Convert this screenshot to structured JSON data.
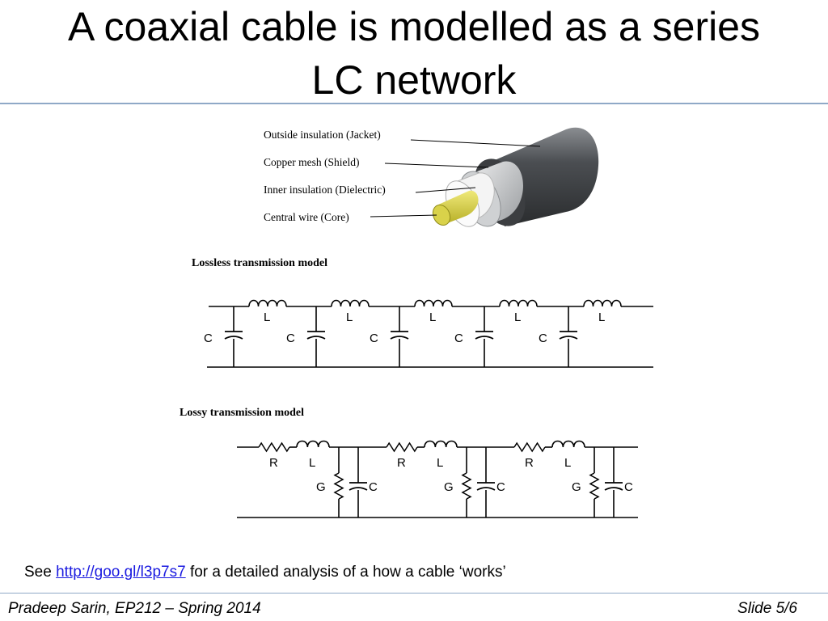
{
  "slide": {
    "title_line1": "A coaxial cable is modelled as a series",
    "title_line2": "LC network"
  },
  "cable_diagram": {
    "labels": [
      "Outside insulation (Jacket)",
      "Copper mesh (Shield)",
      "Inner insulation (Dielectric)",
      "Central wire (Core)"
    ],
    "colors": {
      "jacket": "#5f6266",
      "shield": "#b9bcbf",
      "dielectric": "#f2f2f2",
      "core": "#d6cf3e"
    }
  },
  "lossless_model": {
    "heading": "Lossless transmission model",
    "inductor_label": "L",
    "capacitor_label": "C"
  },
  "lossy_model": {
    "heading": "Lossy transmission model",
    "resistor_label": "R",
    "inductor_label": "L",
    "conductance_label": "G",
    "capacitor_label": "C"
  },
  "note": {
    "prefix": "See ",
    "link_text": "http://goo.gl/l3p7s7",
    "suffix": " for a detailed analysis of a how a cable ‘works’"
  },
  "footer": {
    "left": "Pradeep Sarin, EP212 – Spring 2014",
    "right": "Slide 5/6"
  },
  "theme": {
    "rule_color": "#8fa9c7",
    "link_color": "#1a1ae0"
  }
}
